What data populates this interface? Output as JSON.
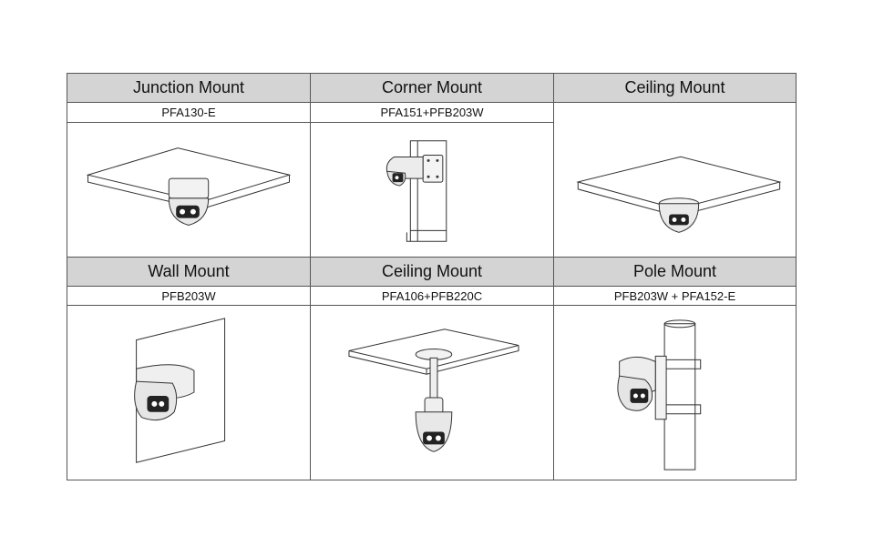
{
  "mounts": [
    {
      "title": "Junction Mount",
      "code": "PFA130-E"
    },
    {
      "title": "Corner Mount",
      "code": "PFA151+PFB203W"
    },
    {
      "title": "Ceiling Mount",
      "code": ""
    },
    {
      "title": "Wall Mount",
      "code": "PFB203W"
    },
    {
      "title": "Ceiling Mount",
      "code": "PFA106+PFB220C"
    },
    {
      "title": "Pole Mount",
      "code": "PFB203W + PFA152-E"
    }
  ]
}
